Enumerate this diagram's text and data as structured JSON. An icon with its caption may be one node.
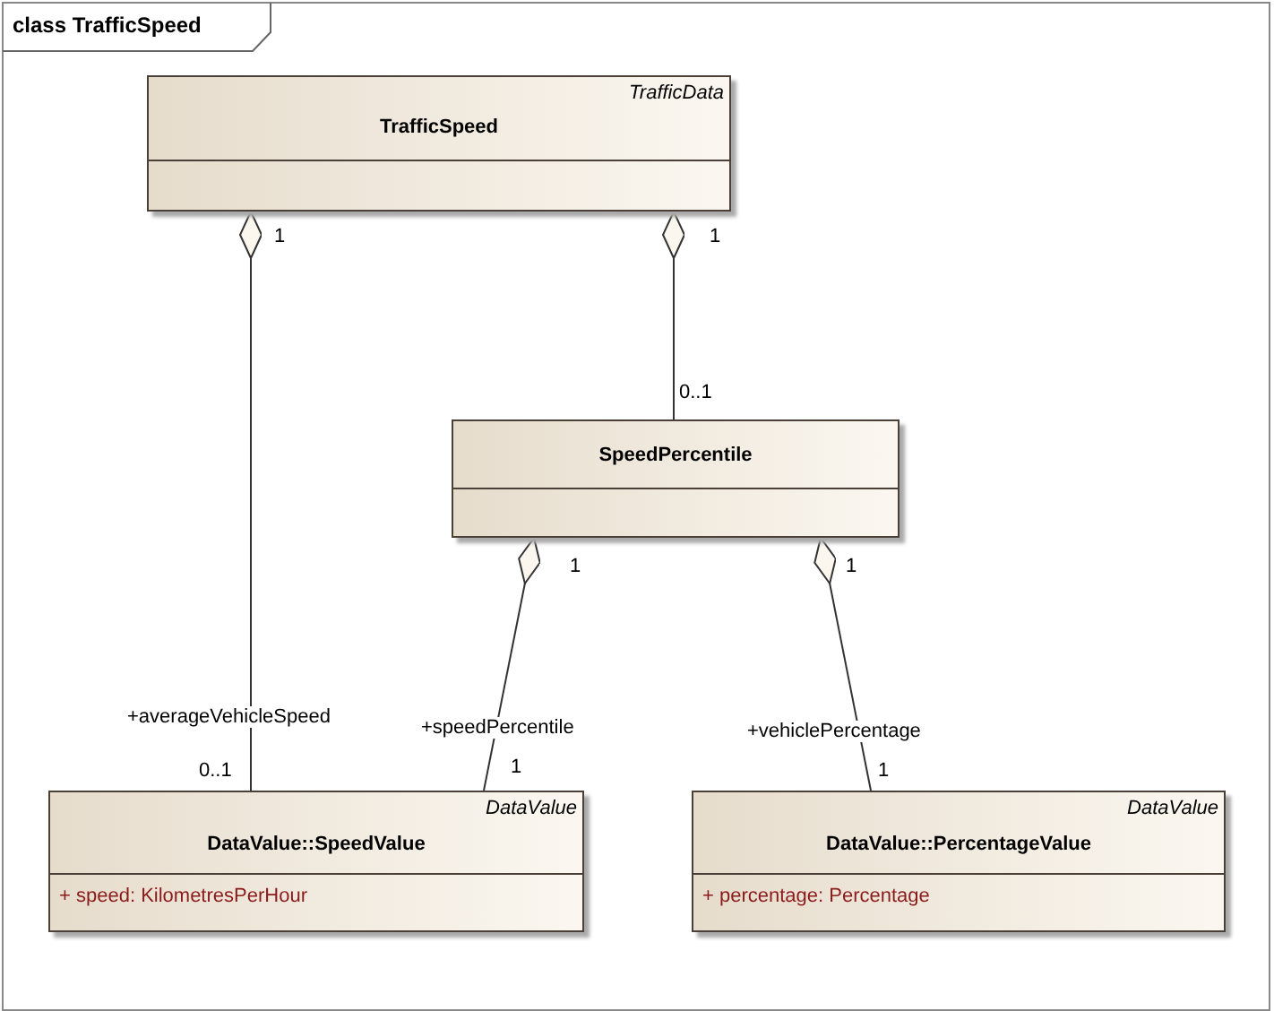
{
  "diagram": {
    "title": "class TrafficSpeed",
    "nodes": [
      {
        "text": [
          "TrafficData",
          "TrafficSpeed"
        ]
      },
      {
        "text": [
          "SpeedPercentile"
        ]
      },
      {
        "text": [
          "DataValue",
          "DataValue::SpeedValue",
          "+ speed: KilometresPerHour"
        ]
      },
      {
        "text": [
          "DataValue",
          "DataValue::PercentageValue",
          "+ percentage: Percentage"
        ]
      }
    ],
    "edges": [
      {
        "from": 0,
        "to": 2,
        "arrow": "other",
        "label": "+averageVehicleSpeed"
      },
      {
        "from": 0,
        "to": 1,
        "arrow": "other"
      },
      {
        "from": 1,
        "to": 2,
        "arrow": "other",
        "label": "+speedPercentile"
      },
      {
        "from": 1,
        "to": 3,
        "arrow": "other",
        "label": "+vehiclePercentage"
      }
    ],
    "labels": [
      "1",
      "1",
      "0..1",
      "1",
      "1",
      "0..1",
      "1",
      "1"
    ]
  }
}
